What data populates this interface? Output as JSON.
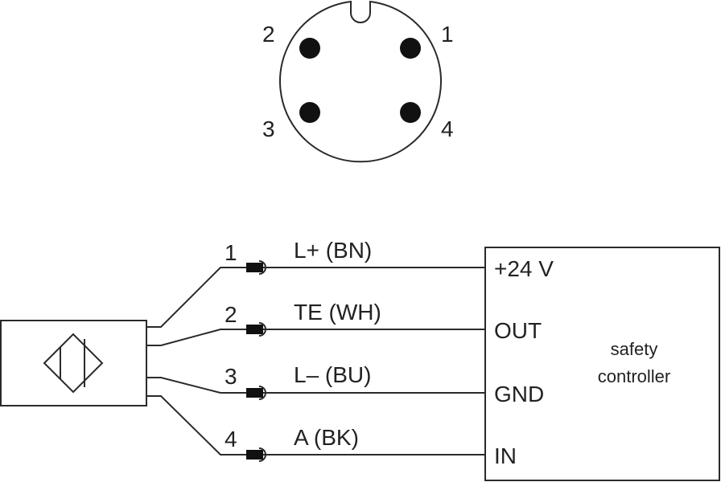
{
  "connector": {
    "pins": [
      "1",
      "2",
      "3",
      "4"
    ]
  },
  "wires": [
    {
      "pin": "1",
      "label": "L+ (BN)",
      "terminal": "+24 V"
    },
    {
      "pin": "2",
      "label": "TE (WH)",
      "terminal": "OUT"
    },
    {
      "pin": "3",
      "label": "L– (BU)",
      "terminal": "GND"
    },
    {
      "pin": "4",
      "label": "A (BK)",
      "terminal": "IN"
    }
  ],
  "controller": {
    "line1": "safety",
    "line2": "controller"
  }
}
